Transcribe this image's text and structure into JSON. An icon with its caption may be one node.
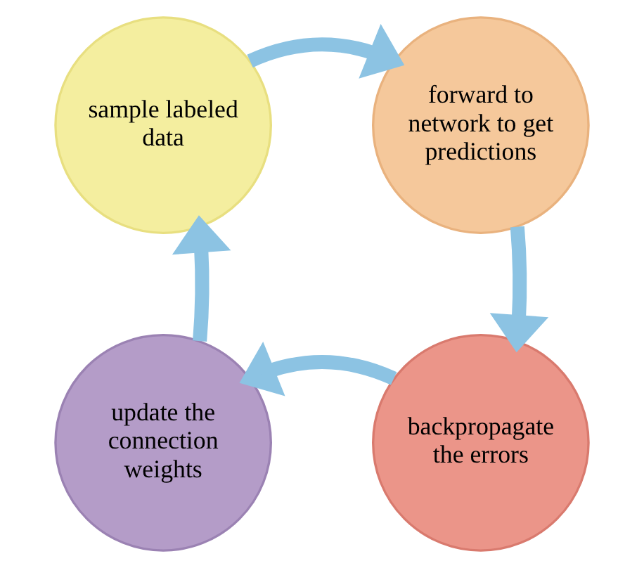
{
  "diagram": {
    "nodes": [
      {
        "text": [
          "sample labeled data"
        ]
      },
      {
        "text": [
          "forward to network to get predictions"
        ]
      },
      {
        "text": [
          "backpropagate the errors"
        ]
      },
      {
        "text": [
          "update the connection weights"
        ]
      }
    ],
    "edges": [
      {
        "from": 0,
        "to": 1,
        "arrow": "to"
      },
      {
        "from": 1,
        "to": 2,
        "arrow": "to"
      },
      {
        "from": 2,
        "to": 3,
        "arrow": "to"
      },
      {
        "from": 3,
        "to": 0,
        "arrow": "to"
      }
    ]
  }
}
